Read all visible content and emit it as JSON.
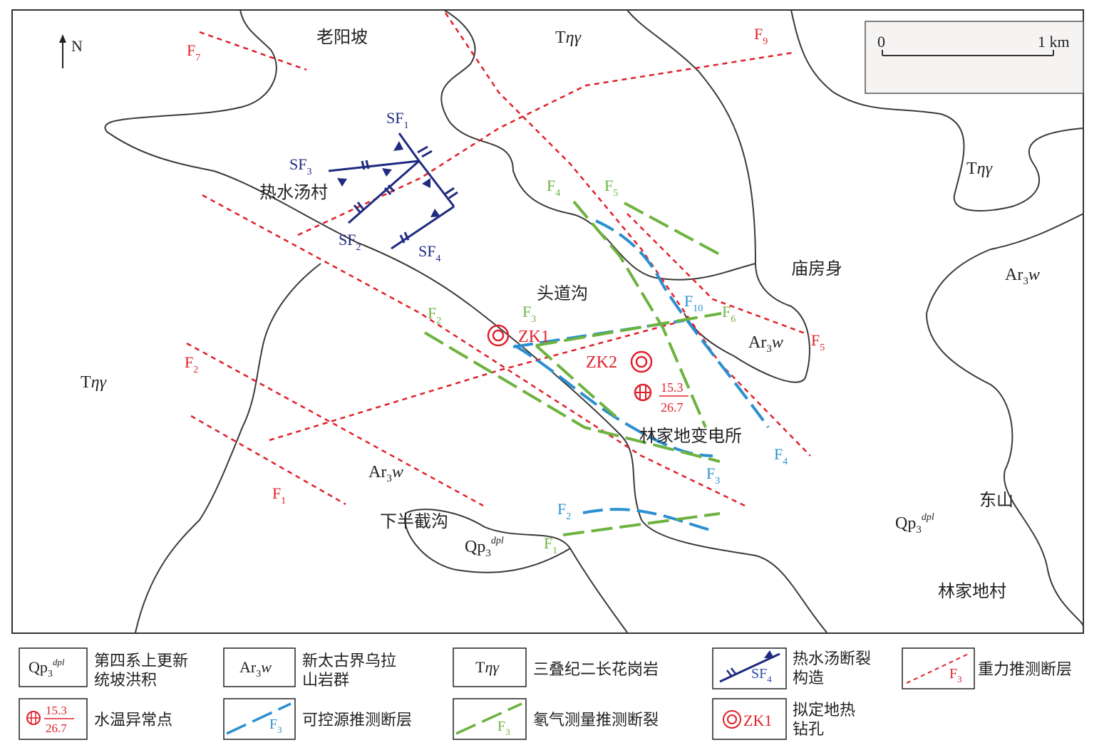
{
  "north_arrow": {
    "label": "N"
  },
  "scale_bar": {
    "zero": "0",
    "max": "1 km"
  },
  "colors": {
    "gravity": "#e0202a",
    "csamt": "#2b8fd0",
    "radon": "#6db33f",
    "reshuitang": "#1f2a80",
    "boundary": "#333333",
    "anomaly": "#e0202a"
  },
  "places": {
    "laoyangpo": "老阳坡",
    "reshuitang": "热水汤村",
    "toudaogou": "头道沟",
    "miaofangshen": "庙房身",
    "linjiadi_substation": "林家地变电所",
    "xiabanjiegou": "下半截沟",
    "dongshan": "东山",
    "linjiadi_village": "林家地村"
  },
  "units": {
    "tng": {
      "main": "T",
      "greek": "ηγ"
    },
    "arw": {
      "main": "Ar",
      "sub": "3",
      "italic": "w"
    },
    "qp": {
      "main": "Qp",
      "sub": "3",
      "sup": "dpl"
    }
  },
  "gravity_faults": {
    "F1": {
      "base": "F",
      "sub": "1"
    },
    "F2": {
      "base": "F",
      "sub": "2"
    },
    "F5": {
      "base": "F",
      "sub": "5"
    },
    "F7": {
      "base": "F",
      "sub": "7"
    },
    "F9": {
      "base": "F",
      "sub": "9"
    }
  },
  "csamt_faults": {
    "F2": {
      "base": "F",
      "sub": "2"
    },
    "F3": {
      "base": "F",
      "sub": "3"
    },
    "F4": {
      "base": "F",
      "sub": "4"
    },
    "F10": {
      "base": "F",
      "sub": "10"
    }
  },
  "radon_faults": {
    "F1": {
      "base": "F",
      "sub": "1"
    },
    "F2": {
      "base": "F",
      "sub": "2"
    },
    "F3": {
      "base": "F",
      "sub": "3"
    },
    "F4": {
      "base": "F",
      "sub": "4"
    },
    "F5": {
      "base": "F",
      "sub": "5"
    },
    "F6": {
      "base": "F",
      "sub": "6"
    }
  },
  "reshuitang_faults": {
    "SF1": {
      "base": "SF",
      "sub": "1"
    },
    "SF2": {
      "base": "SF",
      "sub": "2"
    },
    "SF3": {
      "base": "SF",
      "sub": "3"
    },
    "SF4": {
      "base": "SF",
      "sub": "4"
    }
  },
  "boreholes": {
    "zk1": "ZK1",
    "zk2": "ZK2"
  },
  "water_anomaly": {
    "top": "15.3",
    "bottom": "26.7"
  },
  "legend": {
    "qp_desc_1": "第四系上更新",
    "qp_desc_2": "统坡洪积",
    "arw_desc_1": "新太古界乌拉",
    "arw_desc_2": "山岩群",
    "tng_desc": "三叠纪二长花岗岩",
    "sf_desc_1": "热水汤断裂",
    "sf_desc_2": "构造",
    "sf_sample": {
      "base": "SF",
      "sub": "4"
    },
    "gravity_desc": "重力推测断层",
    "f3_sample": {
      "base": "F",
      "sub": "3"
    },
    "anomaly_desc": "水温异常点",
    "csamt_desc": "可控源推测断层",
    "radon_desc": "氡气测量推测断裂",
    "zk_desc_1": "拟定地热",
    "zk_desc_2": "钻孔",
    "zk_sample": "ZK1",
    "anomaly_top": "15.3",
    "anomaly_bottom": "26.7"
  }
}
